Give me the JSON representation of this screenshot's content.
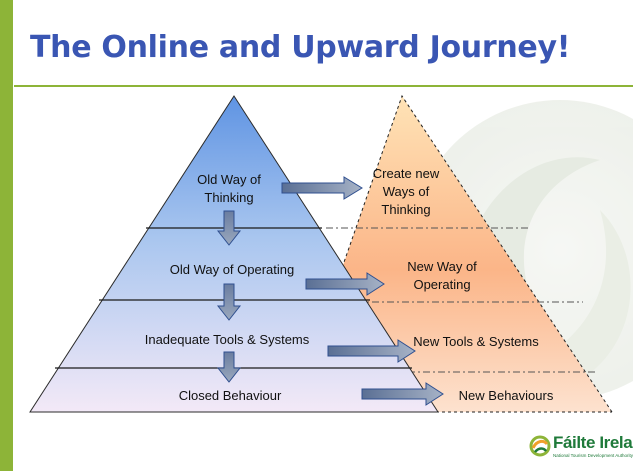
{
  "slide": {
    "title": "The Online and Upward Journey!"
  },
  "old_pyramid": {
    "levels": [
      {
        "label_lines": [
          "Old Way of",
          "Thinking"
        ]
      },
      {
        "label_lines": [
          "Old Way of Operating"
        ]
      },
      {
        "label_lines": [
          "Inadequate Tools & Systems"
        ]
      },
      {
        "label_lines": [
          "Closed Behaviour"
        ]
      }
    ]
  },
  "new_pyramid": {
    "levels": [
      {
        "label_lines": [
          "Create new",
          "Ways of",
          "Thinking"
        ]
      },
      {
        "label_lines": [
          "New Way of",
          "Operating"
        ]
      },
      {
        "label_lines": [
          "New Tools & Systems"
        ]
      },
      {
        "label_lines": [
          "New Behaviours"
        ]
      }
    ]
  },
  "logo": {
    "name": "Fáilte Ireland",
    "tagline": "National Tourism Development Authority"
  },
  "colors": {
    "accent_green": "#8db438",
    "title_blue": "#3a56b3",
    "old_top": "#5f94e3",
    "new_top": "#ffd69a",
    "arrow_gray": "#8a9ab0",
    "arrow_blue": "#2f4f8f",
    "logo_green": "#1f7a3a"
  }
}
